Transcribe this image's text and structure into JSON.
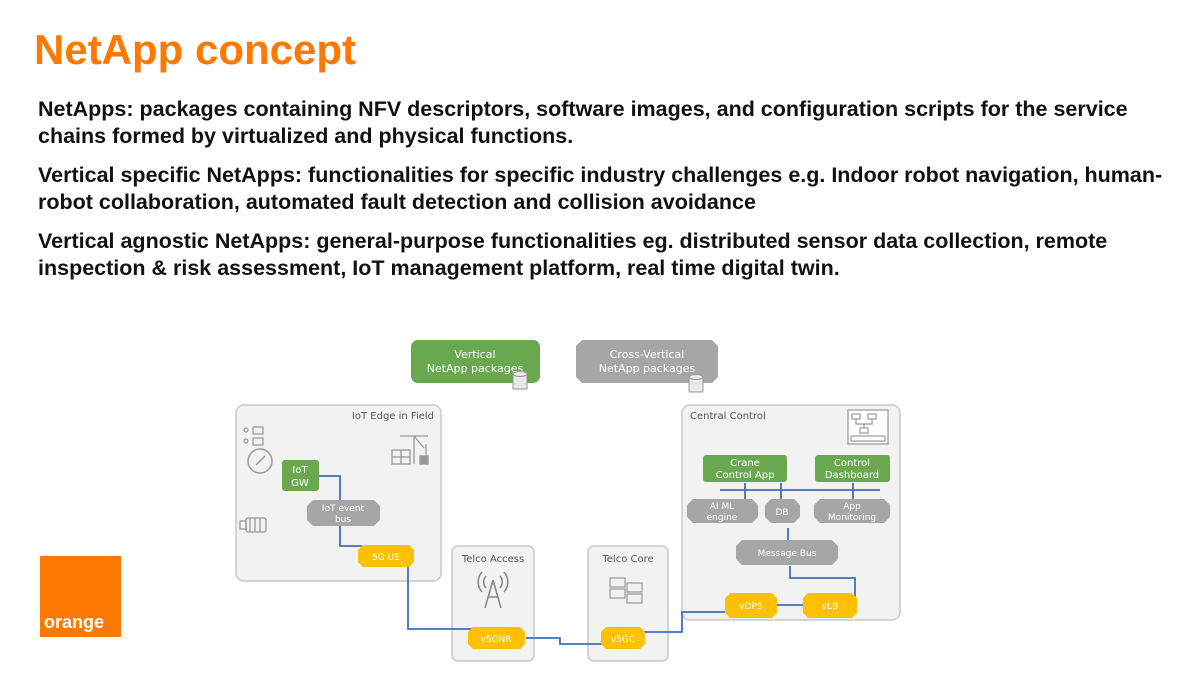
{
  "slide": {
    "title": "NetApp concept",
    "paragraphs": [
      "NetApps: packages containing NFV descriptors, software images, and configuration scripts for the service chains formed by virtualized and physical functions.",
      "Vertical specific NetApps: functionalities for specific industry challenges e.g. Indoor robot navigation, human-robot collaboration, automated fault detection and collision avoidance",
      "Vertical agnostic NetApps: general-purpose functionalities eg. distributed sensor data collection, remote inspection & risk assessment, IoT management platform, real time digital twin."
    ],
    "logo_text": "orange"
  },
  "diagram": {
    "packages": {
      "vertical": [
        "Vertical",
        "NetApp packages"
      ],
      "cross_vertical": [
        "Cross-Vertical",
        "NetApp packages"
      ]
    },
    "zones": {
      "iot_edge": "IoT Edge in Field",
      "telco_access": "Telco Access",
      "telco_core": "Telco Core",
      "central_control": "Central Control"
    },
    "nodes": {
      "iot_gw": [
        "IoT",
        "GW"
      ],
      "iot_event_bus": [
        "IoT event",
        "bus"
      ],
      "ue_5g": "5G UE",
      "v5gnr": "v5GNR",
      "v5gc": "v5GC",
      "vdps": "vDPS",
      "vlb": "vLB",
      "crane_app": [
        "Crane",
        "Control App"
      ],
      "control_dashboard": [
        "Control",
        "Dashboard"
      ],
      "aiml_engine": [
        "AI ML",
        "engine"
      ],
      "db": "DB",
      "app_monitoring": [
        "App",
        "Monitoring"
      ],
      "message_bus": "Message Bus"
    },
    "colors": {
      "accent": "#ff7900",
      "green": "#6aa84f",
      "yellow": "#ffc000",
      "gray_node": "#a6a6a6",
      "link": "#3d6fc4"
    }
  }
}
